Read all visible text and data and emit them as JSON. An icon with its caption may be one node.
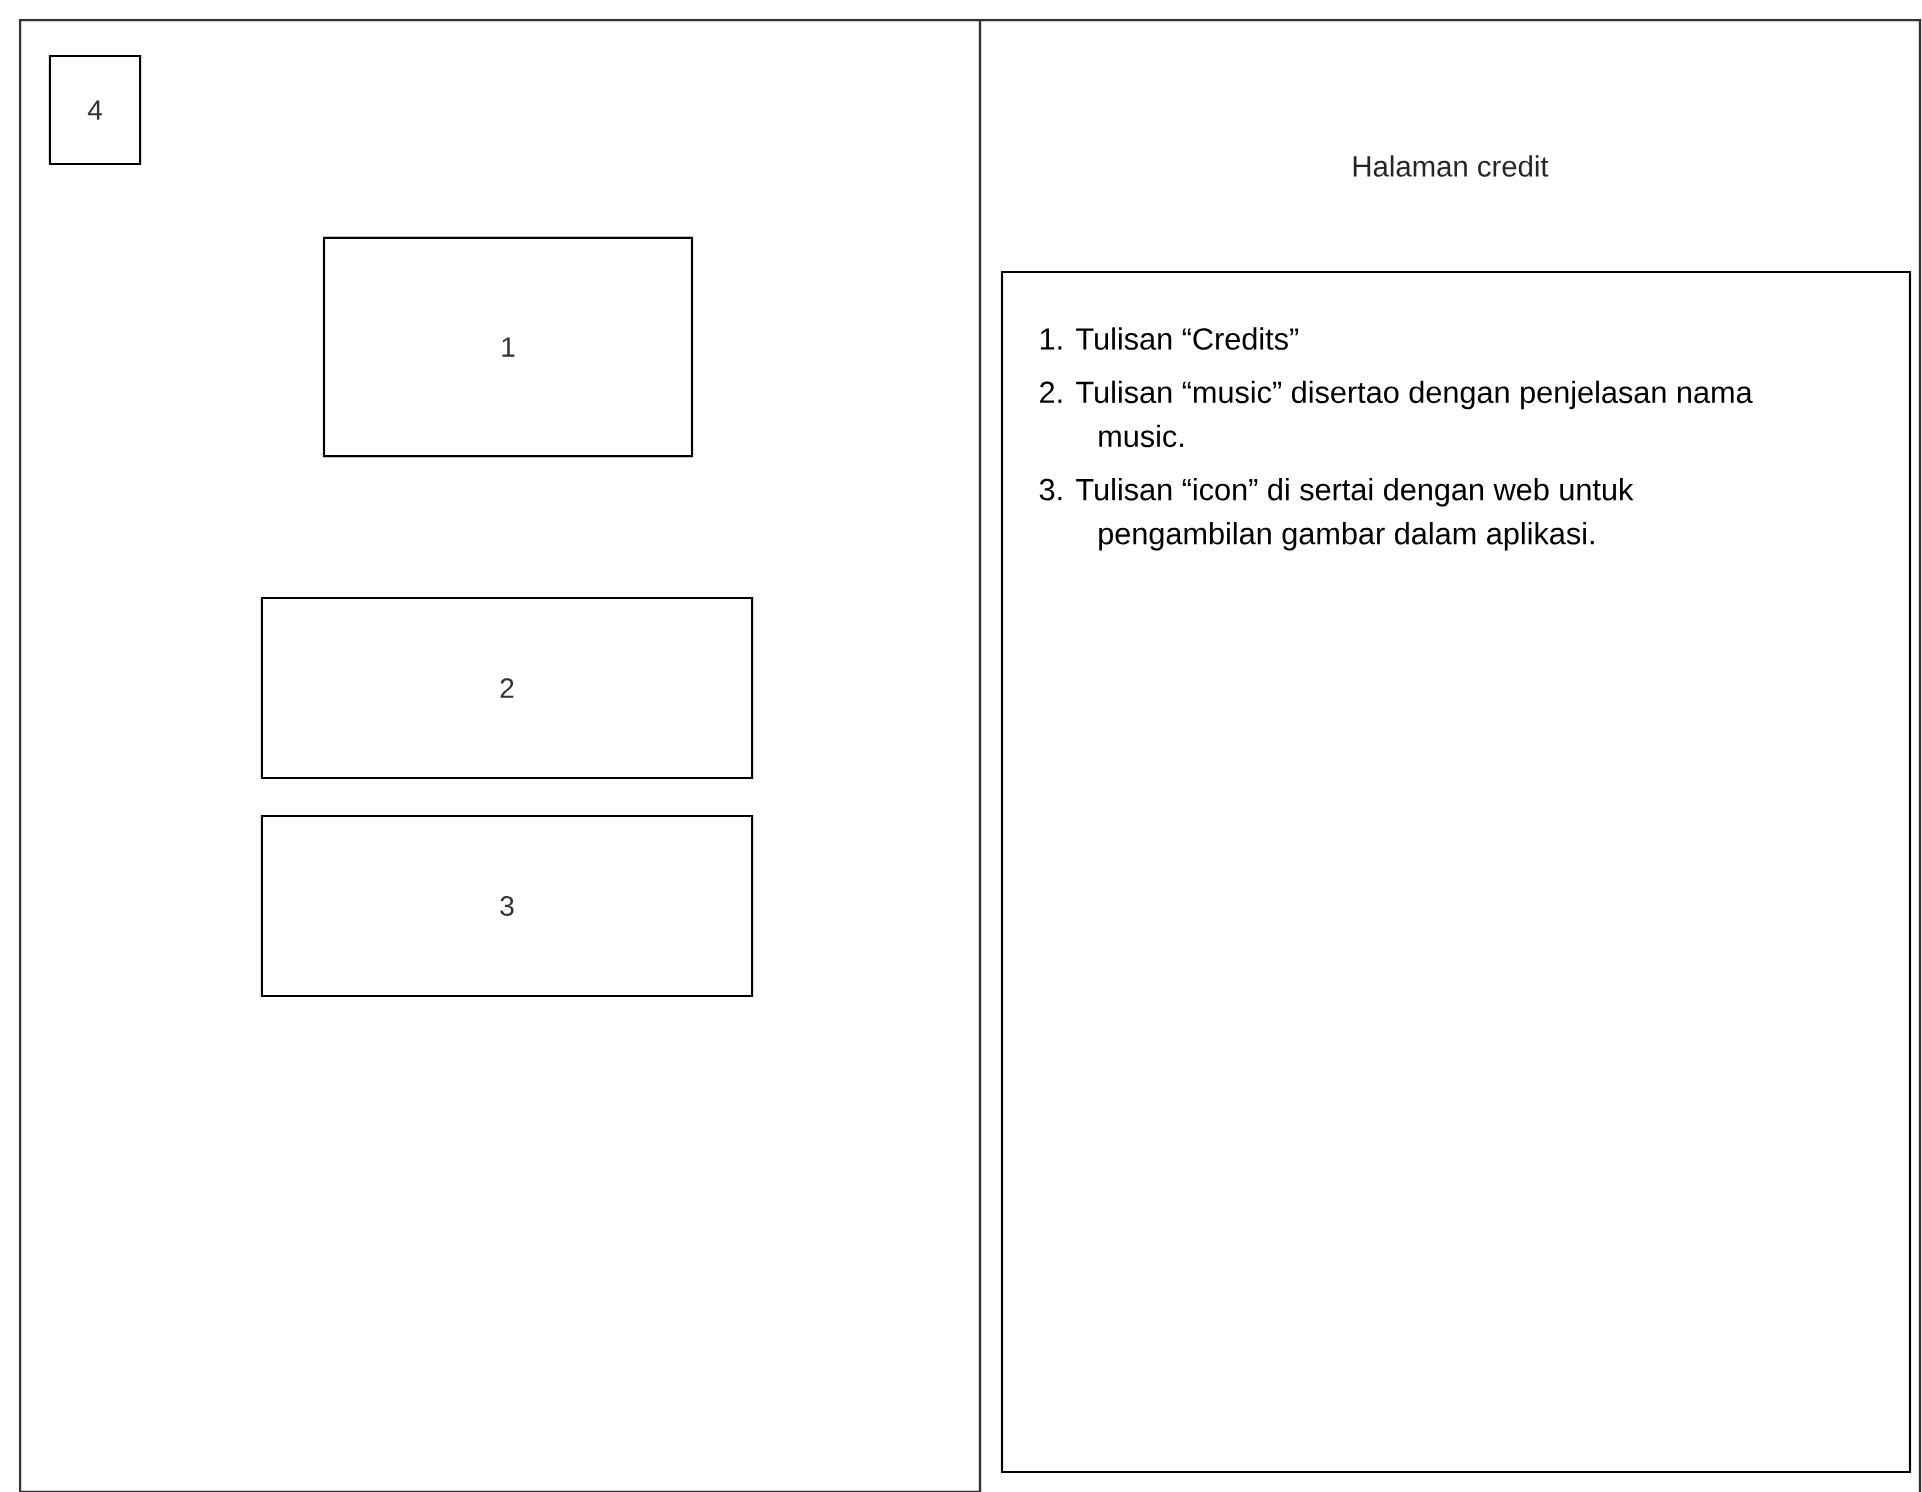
{
  "diagram": {
    "title": "Halaman credit",
    "nodes": [
      {
        "text": [],
        "shape": "box"
      },
      {
        "text": [
          "4"
        ],
        "in": 0
      },
      {
        "text": [
          "1"
        ],
        "in": 0
      },
      {
        "text": [
          "2"
        ],
        "in": 0
      },
      {
        "text": [
          "3"
        ],
        "in": 0
      },
      {
        "text": [
          "1. Tulisan “Credits”",
          "2. Tulisan “music” disertao dengan penjelasan nama music.",
          "3. Tulisan “icon” di sertai dengan web untuk pengambilan gambar dalam aplikasi."
        ]
      }
    ],
    "edges": []
  }
}
